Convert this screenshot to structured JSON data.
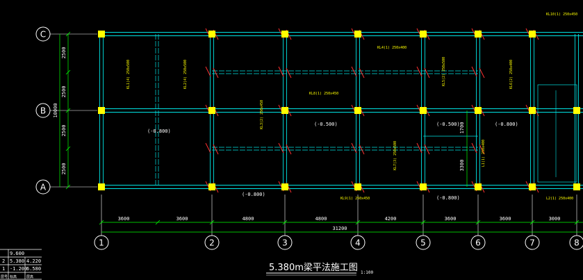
{
  "drawing": {
    "title": "5.380m梁平法施工图",
    "scale": "1:100",
    "row_axes": [
      "C",
      "B",
      "A"
    ],
    "col_axes": [
      "1",
      "2",
      "3",
      "4",
      "5",
      "6",
      "7",
      "8"
    ],
    "bay_dims": [
      "3600",
      "3600",
      "4800",
      "4800",
      "4200",
      "3600",
      "3600",
      "3000"
    ],
    "total_dim": "31200",
    "left_dims": [
      "2500",
      "2500",
      "2500",
      "2500"
    ],
    "left_total": "10000",
    "right_dims": [
      "1700",
      "3300"
    ],
    "beam_labels": [
      "KL1(4) 250x500",
      "KL2(4) 250x500",
      "KL3(2) 250x450",
      "KL4(1) 250x400",
      "KL5(2) 250x500",
      "KL6(2) 250x400",
      "KL7(3) 250x500",
      "KL8(1) 250x450",
      "KL9(1) 250x450",
      "KL10(1) 250x450",
      "L1(1) 250x400",
      "L2(1) 250x400"
    ],
    "beam_notes": [
      "(-0.800)",
      "(-0.800)",
      "(-0.500)",
      "(-0.500)",
      "(-0.800)",
      "(-0.800)"
    ],
    "level_table": {
      "rows": [
        {
          "floor": "2",
          "level": "5.380",
          "height": "4.220"
        },
        {
          "floor": "1",
          "level": "-1.200",
          "height": "6.580"
        },
        {
          "floor": "层号",
          "level": "标高",
          "height": "层高"
        }
      ],
      "header": "9.600"
    }
  },
  "colors": {
    "background": "#000000",
    "beam": "#00e5e5",
    "column": "#ffff00",
    "dim": "#00ff00",
    "text": "#ffffff",
    "annotation": "#ffff00",
    "rebar": "#ff3030"
  }
}
